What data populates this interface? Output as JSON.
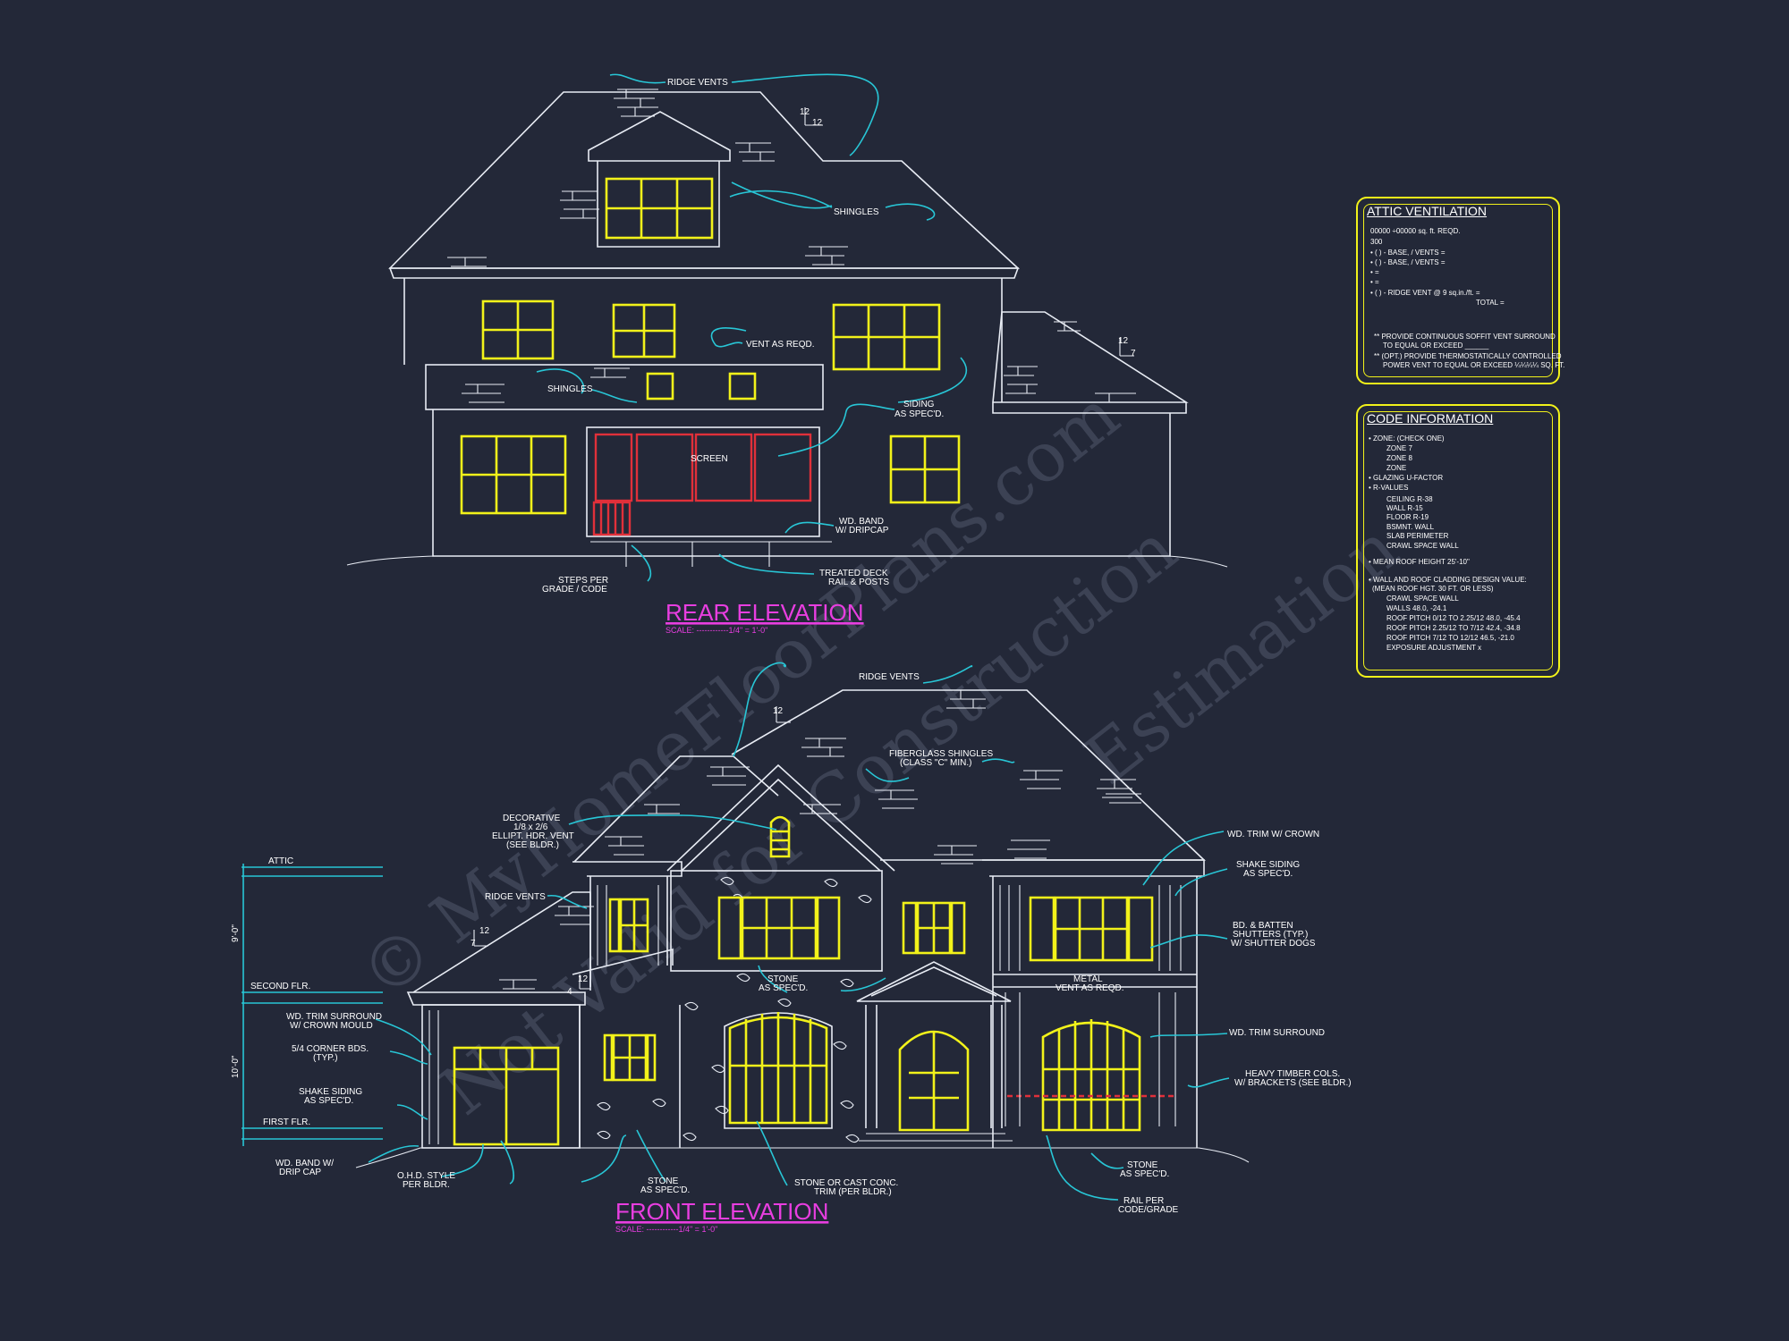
{
  "rear_elevation": {
    "title": "REAR ELEVATION",
    "scale": "SCALE: ------------1/4\" = 1'-0\"",
    "notes": {
      "ridge_vents": "RIDGE VENTS",
      "shingles_upper": "SHINGLES",
      "vent_as_reqd": "VENT AS REQD.",
      "shingles_lower": "SHINGLES",
      "siding_1": "SIDING",
      "siding_2": "AS SPEC'D.",
      "screen": "SCREEN",
      "band_1": "WD. BAND",
      "band_2": "W/ DRIPCAP",
      "deck_1": "TREATED DECK",
      "deck_2": "RAIL & POSTS",
      "steps_1": "STEPS PER",
      "steps_2": "GRADE / CODE",
      "pitch_12a": "12",
      "pitch_12b": "12",
      "pitch_12c": "12",
      "pitch_7": "7"
    }
  },
  "front_elevation": {
    "title": "FRONT ELEVATION",
    "scale": "SCALE: ------------1/4\" = 1'-0\"",
    "levels": {
      "attic": "ATTIC",
      "second": "SECOND FLR.",
      "first": "FIRST FLR."
    },
    "dims": {
      "upper": "9'-0\"",
      "lower": "10'-0\""
    },
    "notes": {
      "ridge_vents_top": "RIDGE VENTS",
      "fiber_1": "FIBERGLASS SHINGLES",
      "fiber_2": "(CLASS \"C\" MIN.)",
      "deco_1": "DECORATIVE",
      "deco_2": "1/8 x 2/6",
      "deco_3": "ELLIPT. HDR. VENT",
      "deco_4": "(SEE BLDR.)",
      "ridge_vents_left": "RIDGE VENTS",
      "wd_trim_crown": "WD. TRIM W/ CROWN",
      "shake_r1": "SHAKE SIDING",
      "shake_r2": "AS SPEC'D.",
      "batten_1": "BD. & BATTEN",
      "batten_2": "SHUTTERS (TYP.)",
      "batten_3": "W/ SHUTTER DOGS",
      "stone_c1": "STONE",
      "stone_c2": "AS SPEC'D.",
      "metal_1": "METAL",
      "metal_2": "VENT AS REQD.",
      "trim_crown_1": "WD. TRIM SURROUND",
      "trim_crown_2": "W/ CROWN MOULD",
      "corner_1": "5/4 CORNER BDS.",
      "corner_2": "(TYP.)",
      "shake_l1": "SHAKE SIDING",
      "shake_l2": "AS SPEC'D.",
      "trim_surround": "WD. TRIM SURROUND",
      "timber_1": "HEAVY TIMBER COLS.",
      "timber_2": "W/ BRACKETS (SEE BLDR.)",
      "band_1": "WD. BAND W/",
      "band_2": "DRIP CAP",
      "ohd_1": "O.H.D. STYLE",
      "ohd_2": "PER BLDR.",
      "stone_b1": "STONE",
      "stone_b2": "AS SPEC'D.",
      "stone_cast_1": "STONE OR CAST CONC.",
      "stone_cast_2": "TRIM (PER BLDR.)",
      "stone_r1": "STONE",
      "stone_r2": "AS SPEC'D.",
      "rail_1": "RAIL PER",
      "rail_2": "CODE/GRADE",
      "pitch_12a": "12",
      "pitch_12b": "12",
      "pitch_12c": "12",
      "pitch_4": "4",
      "pitch_7": "7"
    }
  },
  "attic_ventilation": {
    "title": "ATTIC VENTILATION",
    "lines": [
      "00000 ÷00000 sq. ft. REQD.",
      "300",
      "• (    ) -          BASE,    /    VENTS   =",
      "• (    ) -          BASE,    /    VENTS   =",
      "•                                            =",
      "•                                            =",
      "• (    ) - RIDGE VENT @ 9 sq.in./ft.     =",
      "TOTAL     =",
      "** PROVIDE CONTINUOUS SOFFIT VENT SURROUND",
      "TO EQUAL OR EXCEED ______",
      "** (OPT.) PROVIDE THERMOSTATICALLY CONTROLLED",
      "POWER VENT TO EQUAL OR EXCEED ¼¼¼¼ SQ. FT."
    ]
  },
  "code_information": {
    "title": "CODE INFORMATION",
    "lines": [
      "• ZONE: (CHECK ONE)",
      "ZONE 7",
      "ZONE 8",
      "ZONE",
      "• GLAZING U-FACTOR",
      "• R-VALUES",
      "CEILING                R-38",
      "WALL                     R-15",
      "FLOOR                   R-19",
      "BSMNT. WALL",
      "SLAB PERIMETER",
      "CRAWL SPACE WALL",
      "• MEAN ROOF HEIGHT   25'-10\"",
      "• WALL AND ROOF CLADDING DESIGN VALUE:",
      "(MEAN ROOF HGT. 30 FT. OR LESS)",
      "CRAWL SPACE WALL",
      "WALLS                                     48.0, -24.1",
      "ROOF PITCH 0/12 TO 2.25/12    48.0, -45.4",
      "ROOF PITCH 2.25/12 TO 7/12    42.4, -34.8",
      "ROOF PITCH 7/12 TO 12/12       46.5, -21.0",
      "EXPOSURE ADJUSTMENT          x"
    ]
  },
  "watermark": {
    "line1": "© MyHomeFloorPlans.com",
    "line2": "Not Valid for Construction",
    "line3": "Estimation"
  },
  "colors": {
    "background": "#232838",
    "linework": "#e8ecf4",
    "windows": "#f2f21a",
    "leaders": "#28c6d6",
    "titles": "#e83ee0",
    "screen_porch": "#e0303a"
  }
}
